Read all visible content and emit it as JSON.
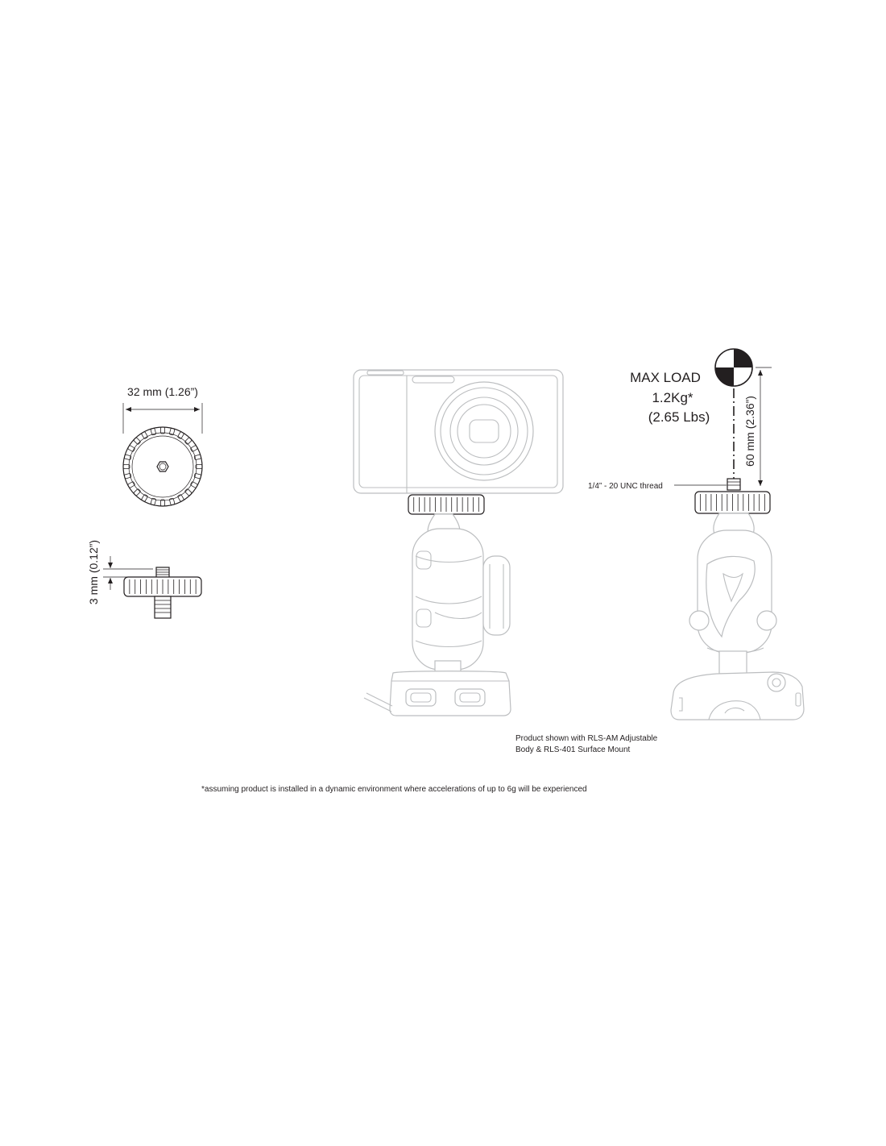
{
  "top_view": {
    "width_label": "32 mm (1.26”)"
  },
  "side_view": {
    "height_label": "3 mm (0.12”)"
  },
  "load": {
    "title": "MAX LOAD",
    "weight_kg": "1.2Kg*",
    "weight_lbs": "(2.65 Lbs)",
    "height_label": "60 mm (2.36”)",
    "thread_label": "1/4” - 20 UNC thread"
  },
  "caption": {
    "line1": "Product shown with RLS-AM Adjustable",
    "line2": "Body & RLS-401 Surface Mount"
  },
  "footnote": "*assuming product is installed in a dynamic environment where accelerations of up to 6g will be experienced"
}
